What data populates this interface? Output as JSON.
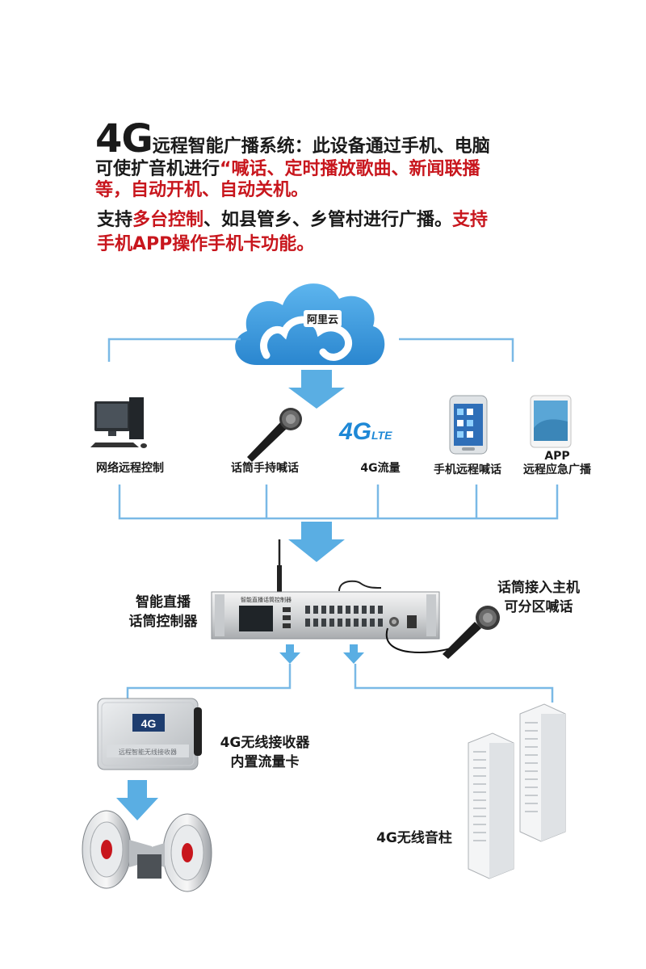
{
  "intro": {
    "big": "4G",
    "line1": "远程智能广播系统：此设备通过手机、电脑",
    "line2_plain": "可使扩音机进行",
    "line2_red": "“喊话、定时播放歌曲、新闻联播",
    "line3_red": "等，自动开机、自动关机。",
    "p2_a": "支持",
    "p2_b": "多台控制",
    "p2_c": "、如县管乡、乡管村进行广播。",
    "p2_d": "支持",
    "p2_e": "手机APP操作手机卡功能。"
  },
  "cloud": {
    "label": "阿里云"
  },
  "sources": [
    {
      "label": "网络远程控制"
    },
    {
      "label": "话筒手持喊话"
    },
    {
      "label": "4G流量"
    },
    {
      "label": "手机远程喊话"
    },
    {
      "label_line1": "APP",
      "label_line2": "远程应急广播"
    }
  ],
  "lte_logo": {
    "big": "4G",
    "small": "LTE"
  },
  "controller": {
    "label_line1": "智能直播",
    "label_line2": "话筒控制器",
    "panel_text": "智能直播话筒控制器"
  },
  "mic_right": {
    "label_line1": "话筒接入主机",
    "label_line2": "可分区喊话"
  },
  "receiver": {
    "badge": "4G",
    "plate_text": "远程智能无线接收器",
    "label_line1": "4G无线接收器",
    "label_line2": "内置流量卡"
  },
  "column_speaker": {
    "label": "4G无线音柱"
  },
  "colors": {
    "accent_red": "#c8161d",
    "arrow_blue": "#5aaee3",
    "line_blue": "#6ab4e6",
    "cloud_blue": "#3d9ee0"
  }
}
